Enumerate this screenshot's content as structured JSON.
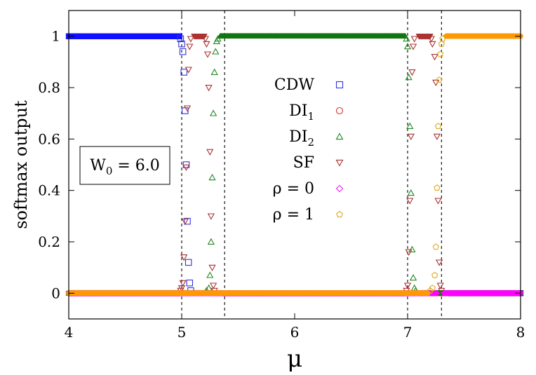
{
  "chart_data": {
    "type": "scatter",
    "title": "",
    "xlabel": "μ",
    "ylabel": "softmax output",
    "xlim": [
      4,
      8
    ],
    "ylim": [
      -0.1,
      1.1
    ],
    "x_ticks": [
      4,
      5,
      6,
      7,
      8
    ],
    "y_ticks": [
      0,
      0.2,
      0.4,
      0.6,
      0.8,
      1
    ],
    "grid": false,
    "legend_position": "center-right",
    "annotation": {
      "text": "W",
      "sub": "0",
      "rest": " = 6.0"
    },
    "vlines": [
      5.0,
      5.38,
      7.0,
      7.3
    ],
    "series": [
      {
        "name": "CDW",
        "marker": "square",
        "color": "#3333dd",
        "dense_color": "#1111ff",
        "plateaus": [
          [
            4.0,
            4.98,
            1.0
          ],
          [
            5.08,
            8.0,
            0.0
          ]
        ],
        "points": [
          [
            4.99,
            0.99
          ],
          [
            5.0,
            0.97
          ],
          [
            5.01,
            0.94
          ],
          [
            5.02,
            0.86
          ],
          [
            5.03,
            0.71
          ],
          [
            5.04,
            0.5
          ],
          [
            5.05,
            0.28
          ],
          [
            5.06,
            0.12
          ],
          [
            5.07,
            0.04
          ],
          [
            5.08,
            0.01
          ]
        ]
      },
      {
        "name": "DI",
        "sub": "1",
        "marker": "circle",
        "color": "#dd3333",
        "dense_color": "#cc3333",
        "plateaus": [
          [
            4.0,
            8.0,
            0.0
          ]
        ],
        "points": []
      },
      {
        "name": "DI",
        "sub": "2",
        "marker": "triangle-up",
        "color": "#228822",
        "dense_color": "#117711",
        "plateaus": [
          [
            4.0,
            5.2,
            0.0
          ],
          [
            5.34,
            6.98,
            1.0
          ],
          [
            7.12,
            8.0,
            0.0
          ]
        ],
        "points": [
          [
            5.22,
            0.01
          ],
          [
            5.24,
            0.02
          ],
          [
            5.25,
            0.07
          ],
          [
            5.26,
            0.2
          ],
          [
            5.27,
            0.45
          ],
          [
            5.28,
            0.7
          ],
          [
            5.29,
            0.86
          ],
          [
            5.3,
            0.94
          ],
          [
            5.31,
            0.98
          ],
          [
            5.32,
            0.99
          ],
          [
            6.99,
            0.99
          ],
          [
            7.0,
            0.96
          ],
          [
            7.01,
            0.84
          ],
          [
            7.02,
            0.65
          ],
          [
            7.03,
            0.39
          ],
          [
            7.04,
            0.17
          ],
          [
            7.05,
            0.06
          ],
          [
            7.06,
            0.02
          ],
          [
            7.07,
            0.01
          ]
        ]
      },
      {
        "name": "SF",
        "marker": "triangle-down",
        "color": "#aa3333",
        "dense_color": "#aa3333",
        "plateaus": [
          [
            4.0,
            4.98,
            0.0
          ],
          [
            5.11,
            5.2,
            1.0
          ],
          [
            5.36,
            6.98,
            0.0
          ],
          [
            7.1,
            7.2,
            1.0
          ],
          [
            7.36,
            8.0,
            0.0
          ]
        ],
        "points": [
          [
            4.99,
            0.01
          ],
          [
            5.0,
            0.02
          ],
          [
            5.01,
            0.04
          ],
          [
            5.02,
            0.14
          ],
          [
            5.03,
            0.28
          ],
          [
            5.04,
            0.49
          ],
          [
            5.05,
            0.72
          ],
          [
            5.06,
            0.87
          ],
          [
            5.07,
            0.96
          ],
          [
            5.08,
            0.99
          ],
          [
            5.21,
            0.99
          ],
          [
            5.22,
            0.97
          ],
          [
            5.23,
            0.93
          ],
          [
            5.24,
            0.8
          ],
          [
            5.25,
            0.55
          ],
          [
            5.26,
            0.3
          ],
          [
            5.27,
            0.1
          ],
          [
            5.28,
            0.03
          ],
          [
            5.29,
            0.01
          ],
          [
            6.99,
            0.01
          ],
          [
            7.0,
            0.03
          ],
          [
            7.01,
            0.16
          ],
          [
            7.02,
            0.36
          ],
          [
            7.03,
            0.61
          ],
          [
            7.04,
            0.86
          ],
          [
            7.05,
            0.96
          ],
          [
            7.06,
            0.99
          ],
          [
            7.21,
            0.99
          ],
          [
            7.22,
            0.97
          ],
          [
            7.24,
            0.92
          ],
          [
            7.25,
            0.82
          ],
          [
            7.26,
            0.61
          ],
          [
            7.27,
            0.36
          ],
          [
            7.28,
            0.12
          ],
          [
            7.29,
            0.03
          ],
          [
            7.3,
            0.01
          ]
        ]
      },
      {
        "name": "ρ = 0",
        "marker": "diamond",
        "color": "#ee22ee",
        "dense_color": "#ff00ff",
        "plateaus": [
          [
            4.0,
            7.26,
            0.0
          ],
          [
            7.32,
            8.0,
            0.0
          ]
        ],
        "points": []
      },
      {
        "name": "ρ = 1",
        "marker": "pentagon",
        "color": "#ddaa22",
        "dense_color": "#ff9900",
        "plateaus": [
          [
            4.0,
            7.18,
            0.0
          ],
          [
            7.34,
            8.0,
            1.0
          ]
        ],
        "points": [
          [
            7.2,
            0.01
          ],
          [
            7.22,
            0.02
          ],
          [
            7.24,
            0.07
          ],
          [
            7.25,
            0.18
          ],
          [
            7.26,
            0.41
          ],
          [
            7.27,
            0.65
          ],
          [
            7.28,
            0.83
          ],
          [
            7.29,
            0.93
          ],
          [
            7.3,
            0.97
          ],
          [
            7.31,
            0.99
          ]
        ]
      }
    ]
  }
}
